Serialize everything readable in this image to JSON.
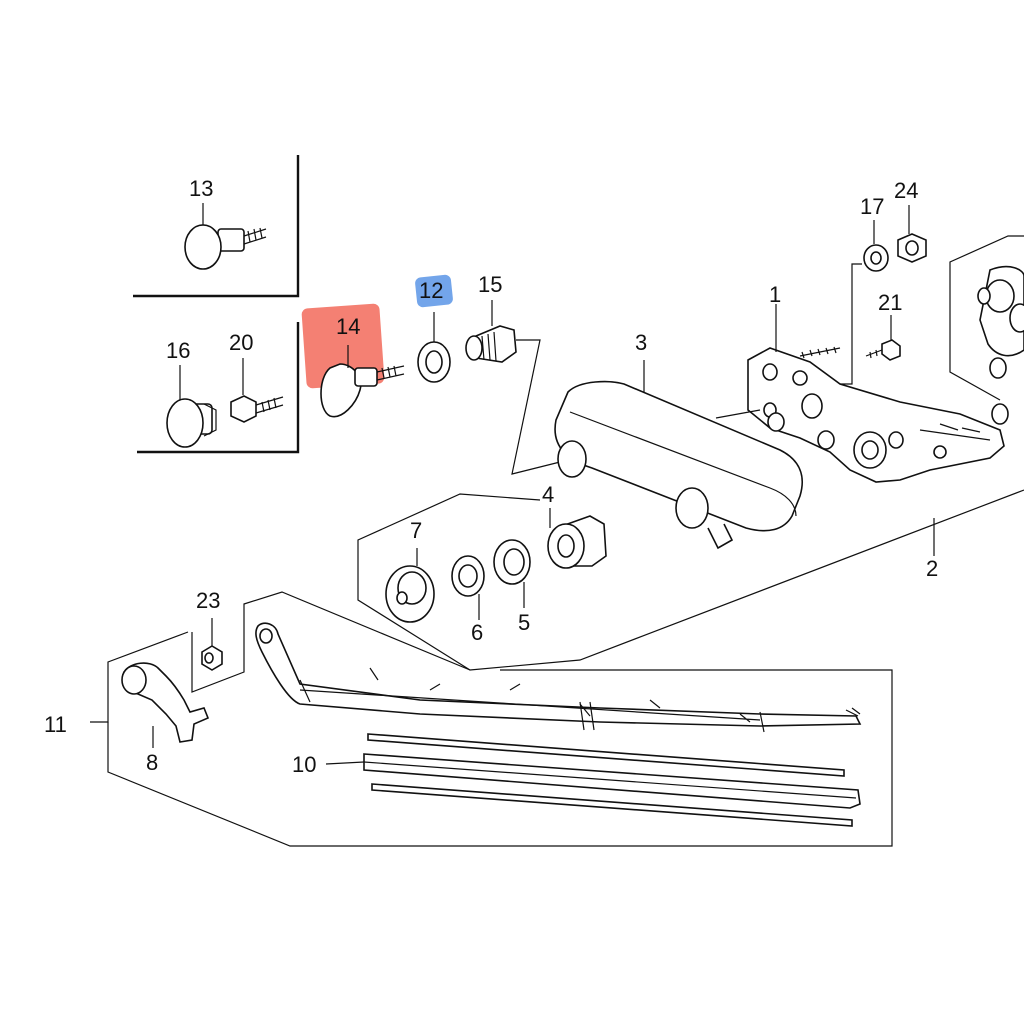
{
  "colors": {
    "highlight_red": "#f26a5a",
    "highlight_blue": "#5b95e6",
    "line": "#111111",
    "background": "#ffffff"
  },
  "callouts": {
    "c1": "1",
    "c2": "2",
    "c3": "3",
    "c4": "4",
    "c5": "5",
    "c6": "6",
    "c7": "7",
    "c8": "8",
    "c10": "10",
    "c11": "11",
    "c12": "12",
    "c13": "13",
    "c14": "14",
    "c15": "15",
    "c16": "16",
    "c17": "17",
    "c20": "20",
    "c21": "21",
    "c23": "23",
    "c24": "24"
  },
  "highlights": {
    "red_label": "14",
    "blue_label": "12"
  }
}
